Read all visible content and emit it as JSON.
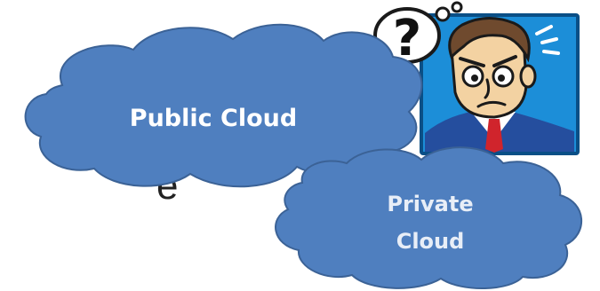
{
  "clouds": {
    "public": {
      "label": "Public Cloud",
      "fill": "#4F7FBF",
      "stroke": "#3B6296",
      "text_color": "#FFFFFF"
    },
    "private": {
      "label_line1": "Private",
      "label_line2": "Cloud",
      "fill": "#4F7FBF",
      "stroke": "#3B6296",
      "text_color": "#E8EEF7"
    }
  },
  "fragment": {
    "text": "e"
  },
  "illustration": {
    "name": "confused-businessman-icon",
    "thought_symbol": "?",
    "background": "#1C8ED8",
    "frame": "#0A4F86"
  }
}
